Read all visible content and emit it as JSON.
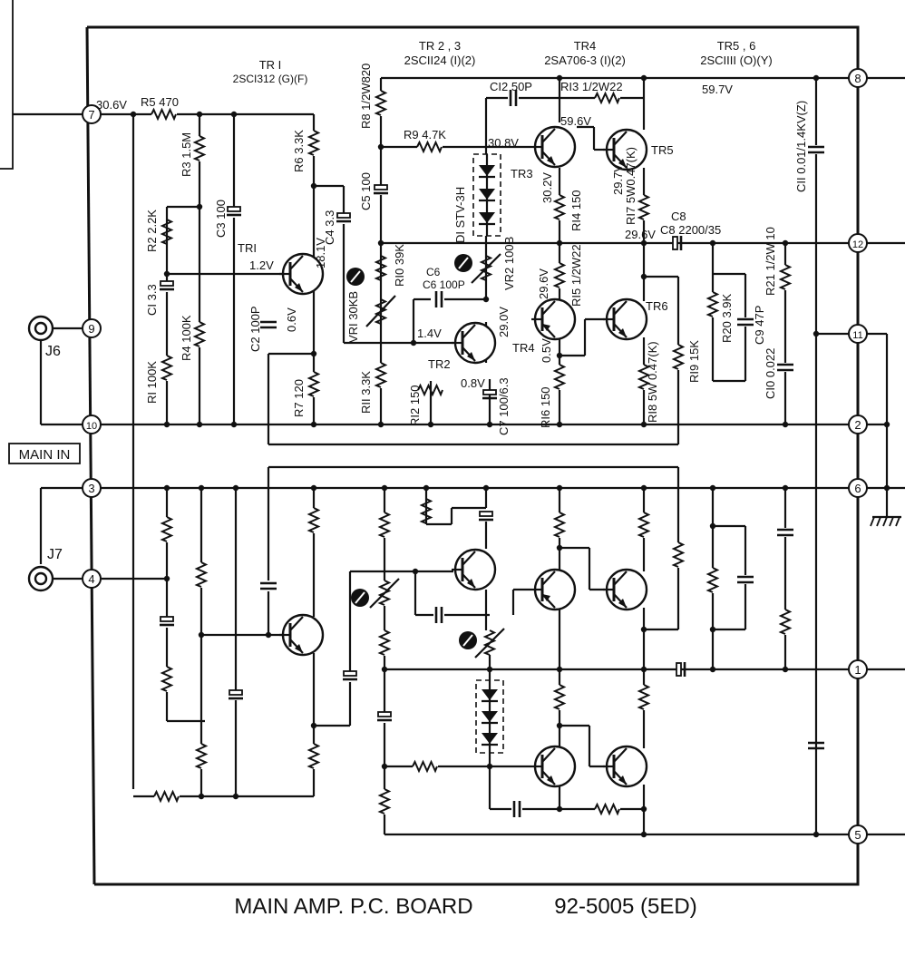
{
  "title": "MAIN AMP. P.C. BOARD",
  "board_number": "92-5005 (5ED)",
  "main_in_label": "MAIN IN",
  "jacks": {
    "j6": "J6",
    "j7": "J7"
  },
  "terminals": {
    "t1": "1",
    "t2": "2",
    "t3": "3",
    "t4": "4",
    "t5": "5",
    "t6": "6",
    "t7": "7",
    "t8": "8",
    "t9": "9",
    "t10": "10",
    "t11": "11",
    "t12": "12"
  },
  "transistor_headers": {
    "tr1_name": "TR I",
    "tr1_part": "2SCI312 (G)(F)",
    "tr23_name": "TR 2 , 3",
    "tr23_part": "2SCII24 (I)(2)",
    "tr4_name": "TR4",
    "tr4_part": "2SA706-3 (I)(2)",
    "tr56_name": "TR5 , 6",
    "tr56_part": "2SCIIII (O)(Y)"
  },
  "transistor_labels": {
    "tr1": "TRI",
    "tr2": "TR2",
    "tr3": "TR3",
    "tr4": "TR4",
    "tr5": "TR5",
    "tr6": "TR6"
  },
  "components": {
    "r1": "RI 100K",
    "r2": "R2 2.2K",
    "r3": "R3 1.5M",
    "r4": "R4 100K",
    "r5": "R5 470",
    "r6": "R6 3.3K",
    "r7": "R7 120",
    "r8": "R8 1/2W820",
    "r9": "R9 4.7K",
    "r10": "RI0 39K",
    "r11": "RII 3.3K",
    "r12": "RI2 150",
    "r13": "RI3 1/2W22",
    "r14": "RI4 150",
    "r15": "RI5 1/2W22",
    "r16": "RI6 150",
    "r17": "RI7 5W0.47(K)",
    "r18": "RI8 5W 0.47(K)",
    "r19": "RI9 15K",
    "r20": "R20 3.9K",
    "r21": "R21 1/2W 10",
    "c1": "CI 3.3",
    "c2": "C2 100P",
    "c3": "C3 100",
    "c4": "C4 3.3",
    "c5": "C5 100",
    "c6": "C6 100P",
    "c7": "C7 100/6.3",
    "c8": "C8 2200/35",
    "c9": "C9 47P",
    "c10": "CI0 0.022",
    "c11": "CII 0.01/1.4KV(Z)",
    "c12": "CI2 50P",
    "d1": "DI STV-3H",
    "vr1": "VRI 30KB",
    "vr2": "VR2 100B"
  },
  "voltages": {
    "v30_6": "30.6V",
    "v59_7": "59.7V",
    "v59_6": "59.6V",
    "v30_8": "30.8V",
    "v30_2": "30.2V",
    "v29_7": "29.7V",
    "v29_6a": "29.6V",
    "v29_6b": "29.6V",
    "v18_1": "18.1V",
    "v1_2": "1.2V",
    "v0_6": "0.6V",
    "v1_4": "1.4V",
    "v29_0": "29.0V",
    "v0_5": "0.5V",
    "v0_8": "0.8V"
  }
}
